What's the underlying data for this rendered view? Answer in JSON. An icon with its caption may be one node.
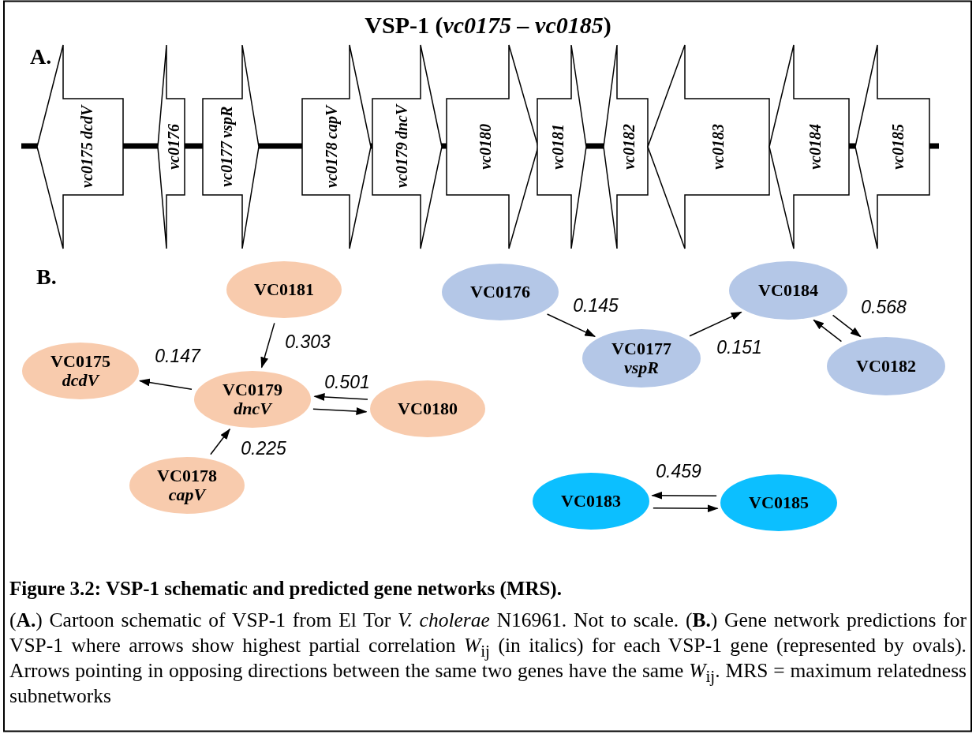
{
  "diagram": {
    "title": "VSP-1 (*vc0175 – vc0185*)",
    "caption": "**Figure 3.2: VSP-1 schematic and predicted gene networks (MRS).** (**A.**) Cartoon schematic of VSP-1 from El Tor *V. cholerae* N16961. Not to scale. (**B.**) Gene network predictions for VSP-1 where arrows show highest partial correlation *W*$_{ij}$ (in italics) for each VSP-1 gene (represented by ovals). Arrows pointing in opposing directions between the same two genes have the same *W*$_{ij}$. MRS = maximum relatedness subnetworks",
    "nodes": [
      {
        "text": [
          "vc0175",
          "dcdV"
        ]
      },
      {
        "text": [
          "vc0176"
        ]
      },
      {
        "text": [
          "vc0177",
          "vspR"
        ]
      },
      {
        "text": [
          "vc0178",
          "capV"
        ]
      },
      {
        "text": [
          "vc0179",
          "dncV"
        ]
      },
      {
        "text": [
          "vc0180"
        ]
      },
      {
        "text": [
          "vc0181"
        ]
      },
      {
        "text": [
          "vc0182"
        ]
      },
      {
        "text": [
          "vc0183"
        ]
      },
      {
        "text": [
          "vc0184"
        ]
      },
      {
        "text": [
          "vc0185"
        ]
      },
      {
        "text": [
          "VC0181"
        ]
      },
      {
        "text": [
          "VC0176"
        ]
      },
      {
        "text": [
          "VC0184"
        ]
      },
      {
        "text": [
          "VC0175",
          "dcdV"
        ]
      },
      {
        "text": [
          "VC0179",
          "dncV"
        ]
      },
      {
        "text": [
          "VC0180"
        ]
      },
      {
        "text": [
          "VC0177",
          "vspR"
        ]
      },
      {
        "text": [
          "VC0182"
        ]
      },
      {
        "text": [
          "VC0178",
          "capV"
        ]
      },
      {
        "text": [
          "VC0183"
        ]
      },
      {
        "text": [
          "VC0185"
        ]
      }
    ],
    "edges": [
      {
        "from": 11,
        "to": 15,
        "arrow": "to",
        "label": "0.303"
      },
      {
        "from": 15,
        "to": 14,
        "arrow": "to",
        "label": "0.147"
      },
      {
        "from": 16,
        "to": 15,
        "arrow": "to",
        "label": "0.501"
      },
      {
        "from": 15,
        "to": 16,
        "arrow": "to"
      },
      {
        "from": 19,
        "to": 15,
        "arrow": "to",
        "label": "0.225"
      },
      {
        "from": 12,
        "to": 17,
        "arrow": "to",
        "label": "0.145"
      },
      {
        "from": 17,
        "to": 13,
        "arrow": "to",
        "label": "0.151"
      },
      {
        "from": 18,
        "to": 13,
        "arrow": "to"
      },
      {
        "from": 13,
        "to": 18,
        "arrow": "to",
        "label": "0.568"
      },
      {
        "from": 21,
        "to": 20,
        "arrow": "to",
        "label": "0.459"
      },
      {
        "from": 20,
        "to": 21,
        "arrow": "to"
      }
    ],
    "labels": [
      "A.",
      "B."
    ]
  }
}
